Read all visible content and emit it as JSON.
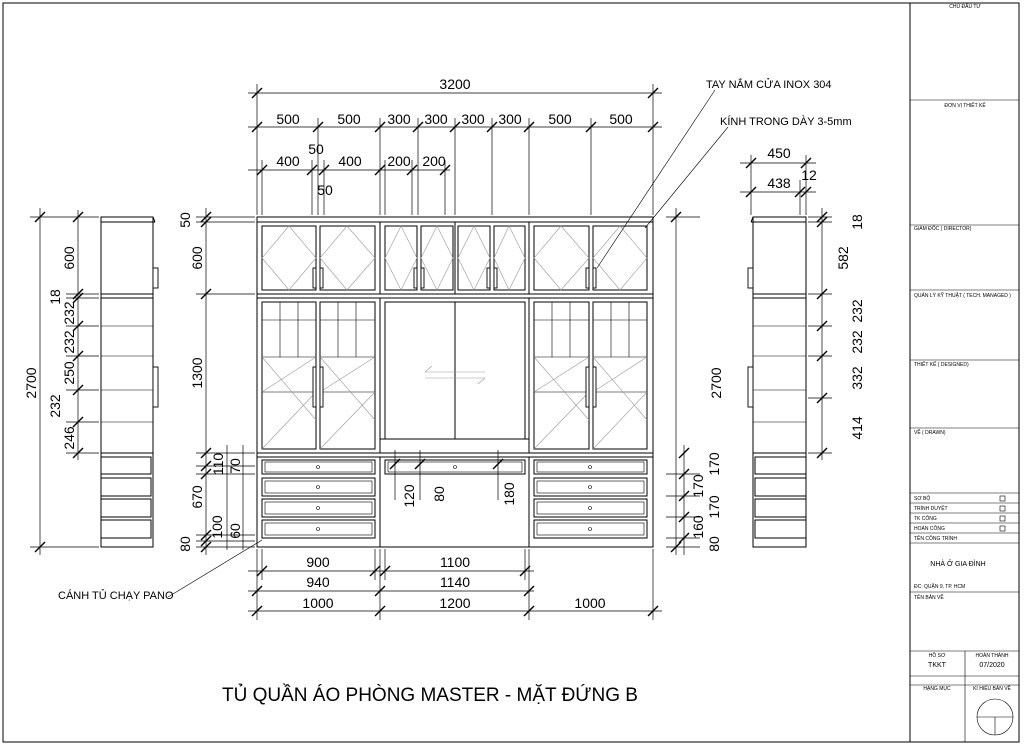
{
  "title": "TỦ QUẦN ÁO PHÒNG MASTER - MẶT ĐỨNG B",
  "notes": {
    "handle": "TAY NẮM CỬA INOX 304",
    "glass": "KÍNH TRONG DÀY 3-5mm",
    "panel": "CÁNH TỦ CHẠY PANO"
  },
  "front_dims": {
    "top_total": "3200",
    "top_row": [
      "500",
      "500",
      "300",
      "300",
      "300",
      "300",
      "500",
      "500"
    ],
    "mid_row": [
      "400",
      "50",
      "400",
      "200",
      "200"
    ],
    "mid_row_sub": "50",
    "bottom_inner": [
      "900",
      "1100"
    ],
    "bottom_mid": [
      "940",
      "1140"
    ],
    "bottom_outer": [
      "1000",
      "1200",
      "1000"
    ],
    "left_vertical": [
      "50",
      "600",
      "1300",
      "110",
      "70",
      "670",
      "100",
      "60",
      "80"
    ],
    "center_small": [
      "120",
      "80",
      "180"
    ],
    "right_vertical": [
      "2700",
      "170",
      "170",
      "170",
      "160",
      "80"
    ]
  },
  "left_side_dims": [
    "2700",
    "600",
    "18",
    "232",
    "232",
    "250",
    "232",
    "246"
  ],
  "right_side_dims": {
    "top": [
      "450",
      "438",
      "12"
    ],
    "vertical": [
      "18",
      "582",
      "232",
      "232",
      "332",
      "414"
    ]
  },
  "title_block": {
    "owner": "CHỦ ĐẦU TƯ",
    "design_unit": "ĐƠN VỊ THIẾT KẾ",
    "director": "GIÁM ĐỐC ( DIRECTOR)",
    "tech_manager": "QUẢN LÝ KỸ THUẬT ( TECH. MANAGED )",
    "designed": "THIẾT KẾ ( DESIGNED)",
    "drawn": "VẼ ( DRAWN)",
    "stages": [
      "SƠ BỘ",
      "TRÌNH DUYỆT",
      "TK CÔNG",
      "HOÀN CÔNG"
    ],
    "project_label": "TÊN CÔNG TRÌNH",
    "project_name": "NHÀ Ở GIA ĐÌNH",
    "address": "ĐC: QUẬN 9, TP. HCM",
    "drawing_label": "TÊN BẢN VẼ",
    "file_label": "HỒ SƠ",
    "file_value": "TKKT",
    "completed_label": "HOÀN THÀNH",
    "completed_value": "07/2020",
    "item_label": "HẠNG MỤC",
    "code_label": "KÍ HIỆU BẢN VẼ"
  }
}
